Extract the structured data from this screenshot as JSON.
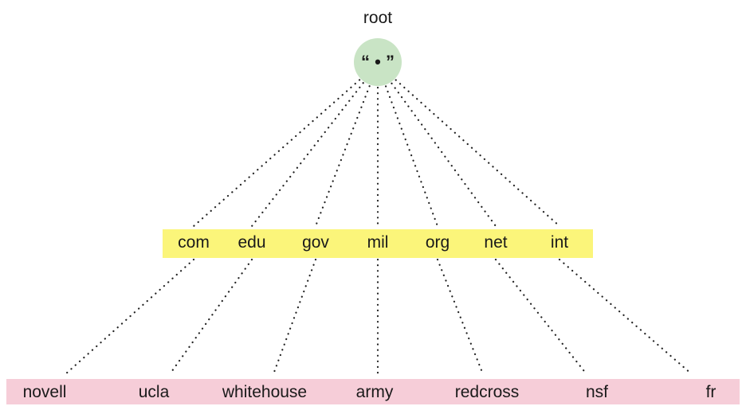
{
  "colors": {
    "root_fill": "#c9e4c5",
    "tld_band": "#fbf57a",
    "leaf_band": "#f6cdd8",
    "line": "#222222",
    "text": "#1a1a1a"
  },
  "root": {
    "label": "root",
    "symbol": "“ • ”"
  },
  "tlds": [
    {
      "label": "com"
    },
    {
      "label": "edu"
    },
    {
      "label": "gov"
    },
    {
      "label": "mil"
    },
    {
      "label": "org"
    },
    {
      "label": "net"
    },
    {
      "label": "int"
    }
  ],
  "leaves": [
    {
      "label": "novell"
    },
    {
      "label": "ucla"
    },
    {
      "label": "whitehouse"
    },
    {
      "label": "army"
    },
    {
      "label": "redcross"
    },
    {
      "label": "nsf"
    },
    {
      "label": "fr"
    }
  ]
}
